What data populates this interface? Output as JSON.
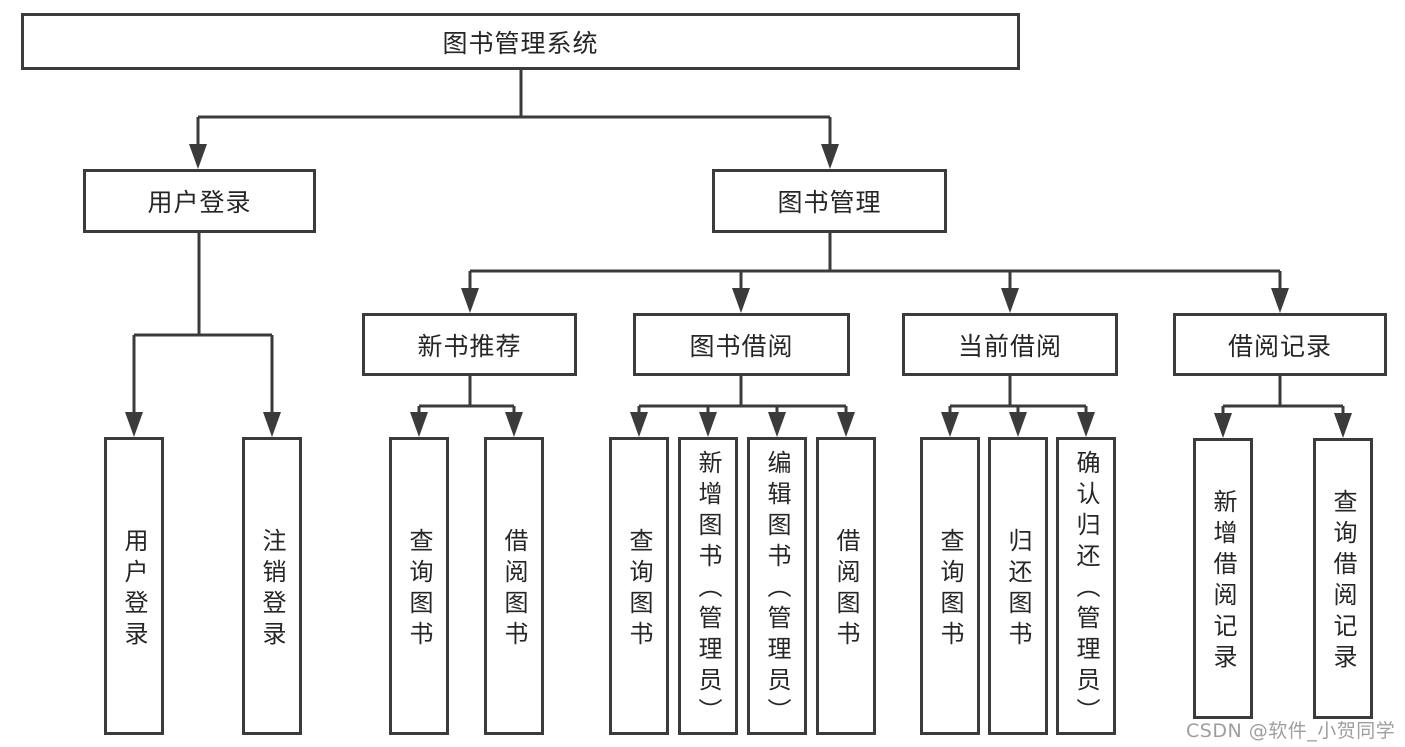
{
  "diagram": {
    "title": "图书管理系统",
    "tree": {
      "label": "图书管理系统",
      "children": [
        {
          "label": "用户登录",
          "children": [
            {
              "label": "用户登录"
            },
            {
              "label": "注销登录"
            }
          ]
        },
        {
          "label": "图书管理",
          "children": [
            {
              "label": "新书推荐",
              "children": [
                {
                  "label": "查询图书"
                },
                {
                  "label": "借阅图书"
                }
              ]
            },
            {
              "label": "图书借阅",
              "children": [
                {
                  "label": "查询图书"
                },
                {
                  "label": "新增图书（管理员）"
                },
                {
                  "label": "编辑图书（管理员）"
                },
                {
                  "label": "借阅图书"
                }
              ]
            },
            {
              "label": "当前借阅",
              "children": [
                {
                  "label": "查询图书"
                },
                {
                  "label": "归还图书"
                },
                {
                  "label": "确认归还（管理员）"
                }
              ]
            },
            {
              "label": "借阅记录",
              "children": [
                {
                  "label": "新增借阅记录"
                },
                {
                  "label": "查询借阅记录"
                }
              ]
            }
          ]
        }
      ]
    },
    "colors": {
      "line": "#3b3b3b",
      "box_border": "#3b3b3b",
      "box_fill": "#ffffff",
      "text": "#262626",
      "watermark": "#9e9e9e",
      "background": "#ffffff"
    }
  },
  "watermark": {
    "text": "CSDN @软件_小贺同学"
  }
}
